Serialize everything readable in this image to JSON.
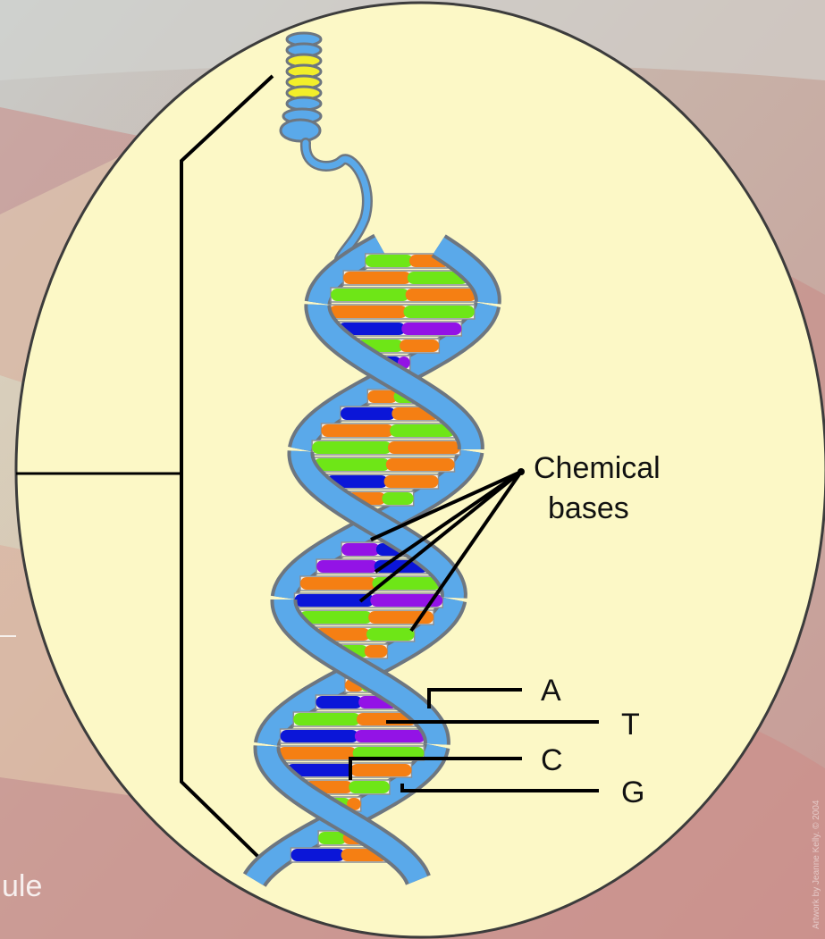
{
  "diagram": {
    "labels": {
      "chemical_bases_line1": "Chemical",
      "chemical_bases_line2": "bases",
      "base_a": "A",
      "base_t": "T",
      "base_c": "C",
      "base_g": "G"
    },
    "background_fragment": "ule",
    "credit": "Artwork by Jeanne Kelly. © 2004"
  },
  "colors": {
    "ellipse_fill": "#fcf8c6",
    "backbone": "#5aa9ea",
    "backbone_edge": "#6d7680",
    "orange_base": "#f57f13",
    "green_base": "#6ee617",
    "blue_base": "#0b16d8",
    "purple_base": "#9313e6",
    "coil_yellow": "#f2ee2a"
  }
}
